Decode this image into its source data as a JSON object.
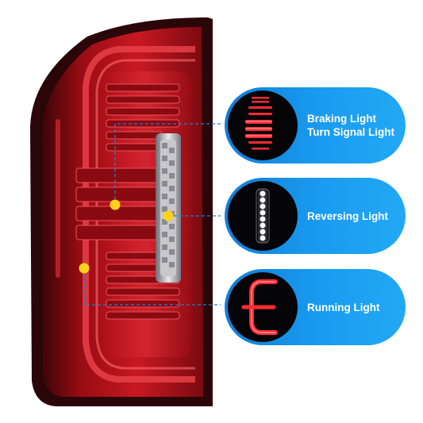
{
  "product": {
    "name": "LED tail light",
    "accent_color": "#1a9cf0",
    "lens_color": "#c8141e",
    "indicator_color": "#ffd21a"
  },
  "callouts": [
    {
      "id": "brake-turn",
      "lines": [
        "Braking Light",
        "Turn Signal Light"
      ],
      "icon": "brake-turn-light-icon"
    },
    {
      "id": "reverse",
      "lines": [
        "Reversing Light"
      ],
      "icon": "reverse-light-icon"
    },
    {
      "id": "running",
      "lines": [
        "Running Light"
      ],
      "icon": "running-light-icon"
    }
  ]
}
